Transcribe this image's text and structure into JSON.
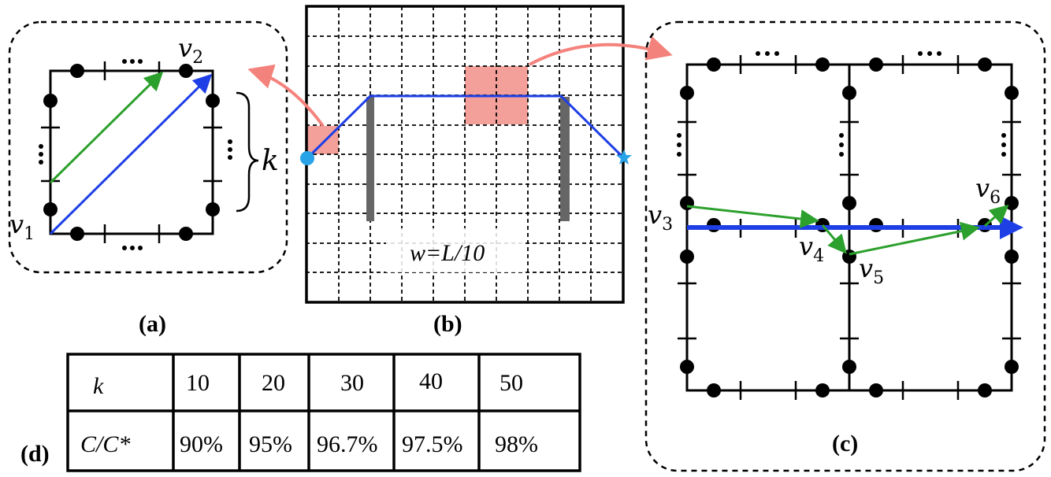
{
  "panels": {
    "a": {
      "label": "(a)",
      "v1": "v",
      "v1_sub": "1",
      "v2": "v",
      "v2_sub": "2",
      "k": "k"
    },
    "b": {
      "label": "(b)",
      "w_text": "w=L/10"
    },
    "c": {
      "label": "(c)",
      "v3": "v",
      "v3_sub": "3",
      "v4": "v",
      "v4_sub": "4",
      "v5": "v",
      "v5_sub": "5",
      "v6": "v",
      "v6_sub": "6"
    },
    "d": {
      "label": "(d)"
    }
  },
  "table": {
    "headers": [
      "k",
      "10",
      "20",
      "30",
      "40",
      "50"
    ],
    "row": [
      "C/C*",
      "90%",
      "95%",
      "96.7%",
      "97.5%",
      "98%"
    ]
  },
  "colors": {
    "blue": "#1f3fe6",
    "green": "#2ca02c",
    "salmon": "#f4827c",
    "gray": "#666666",
    "cyan": "#29a3e8"
  }
}
